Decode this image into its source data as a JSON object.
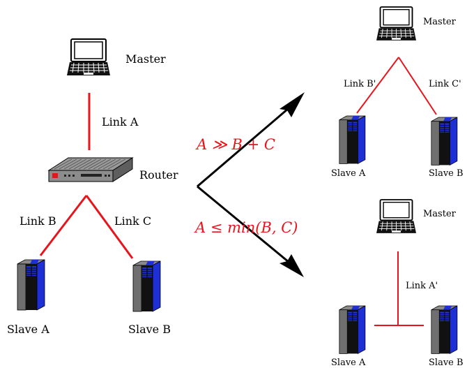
{
  "left": {
    "master_label": "Master",
    "link_a": "Link A",
    "router_label": "Router",
    "link_b": "Link B",
    "link_c": "Link C",
    "slave_a": "Slave A",
    "slave_b": "Slave B"
  },
  "conditions": {
    "upper": "A ≫ B + C",
    "lower": "A ≤ min(B, C)"
  },
  "top_right": {
    "master_label": "Master",
    "link_b": "Link B'",
    "link_c": "Link C'",
    "slave_a": "Slave A",
    "slave_b": "Slave B"
  },
  "bottom_right": {
    "master_label": "Master",
    "link_a": "Link A'",
    "slave_a": "Slave A",
    "slave_b": "Slave B"
  },
  "colors": {
    "link": "#e8141c",
    "arrow": "#000000",
    "server_blue": "#1f2fd6",
    "server_body": "#111111"
  }
}
